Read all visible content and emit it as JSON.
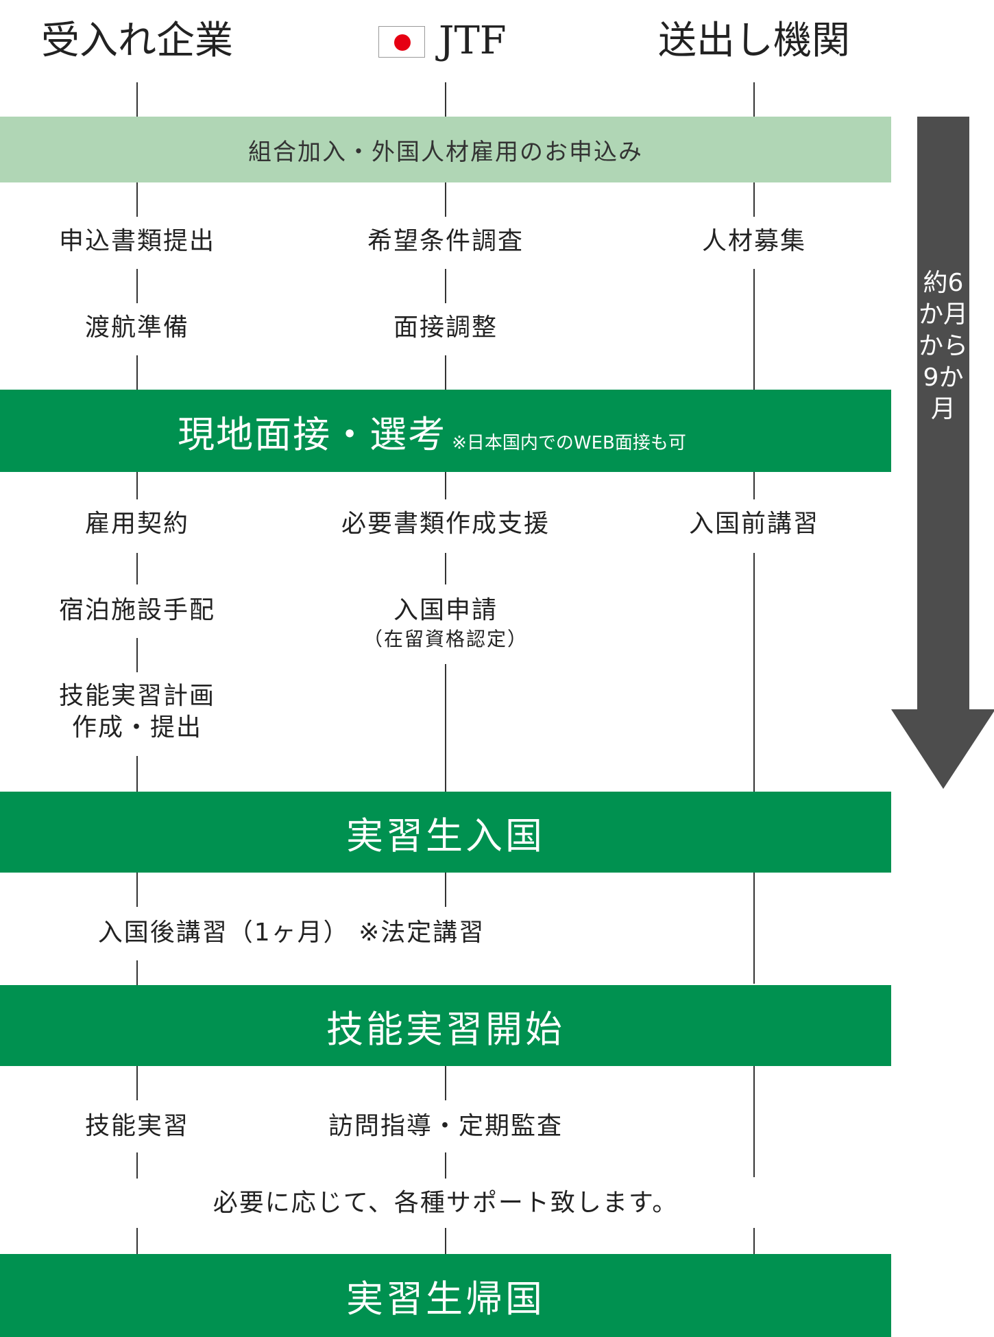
{
  "headers": {
    "company": "受入れ企業",
    "jtf": "JTF",
    "agency": "送出し機関"
  },
  "bands": {
    "apply": "組合加入・外国人材雇用のお申込み",
    "interview_title": "現地面接・選考",
    "interview_note": "※日本国内でのWEB面接も可",
    "entry": "実習生入国",
    "start": "技能実習開始",
    "return": "実習生帰国"
  },
  "steps": {
    "company_submit": "申込書類提出",
    "jtf_survey": "希望条件調査",
    "agency_recruit": "人材募集",
    "company_travel": "渡航準備",
    "jtf_interview_adjust": "面接調整",
    "company_contract": "雇用契約",
    "jtf_docs": "必要書類作成支援",
    "agency_training": "入国前講習",
    "company_housing": "宿泊施設手配",
    "jtf_entry_apply": "入国申請",
    "jtf_entry_apply_sub": "（在留資格認定）",
    "company_plan_1": "技能実習計画",
    "company_plan_2": "作成・提出",
    "post_entry_training": "入国後講習（1ヶ月） ※法定講習",
    "company_practice": "技能実習",
    "jtf_audit": "訪問指導・定期監査",
    "support": "必要に応じて、各種サポート致します。"
  },
  "duration": "約6か月から9か月",
  "colors": {
    "light_green": "#b0d6b5",
    "dark_green": "#009150",
    "arrow": "#4d4d4d",
    "flag_red": "#e60012"
  }
}
